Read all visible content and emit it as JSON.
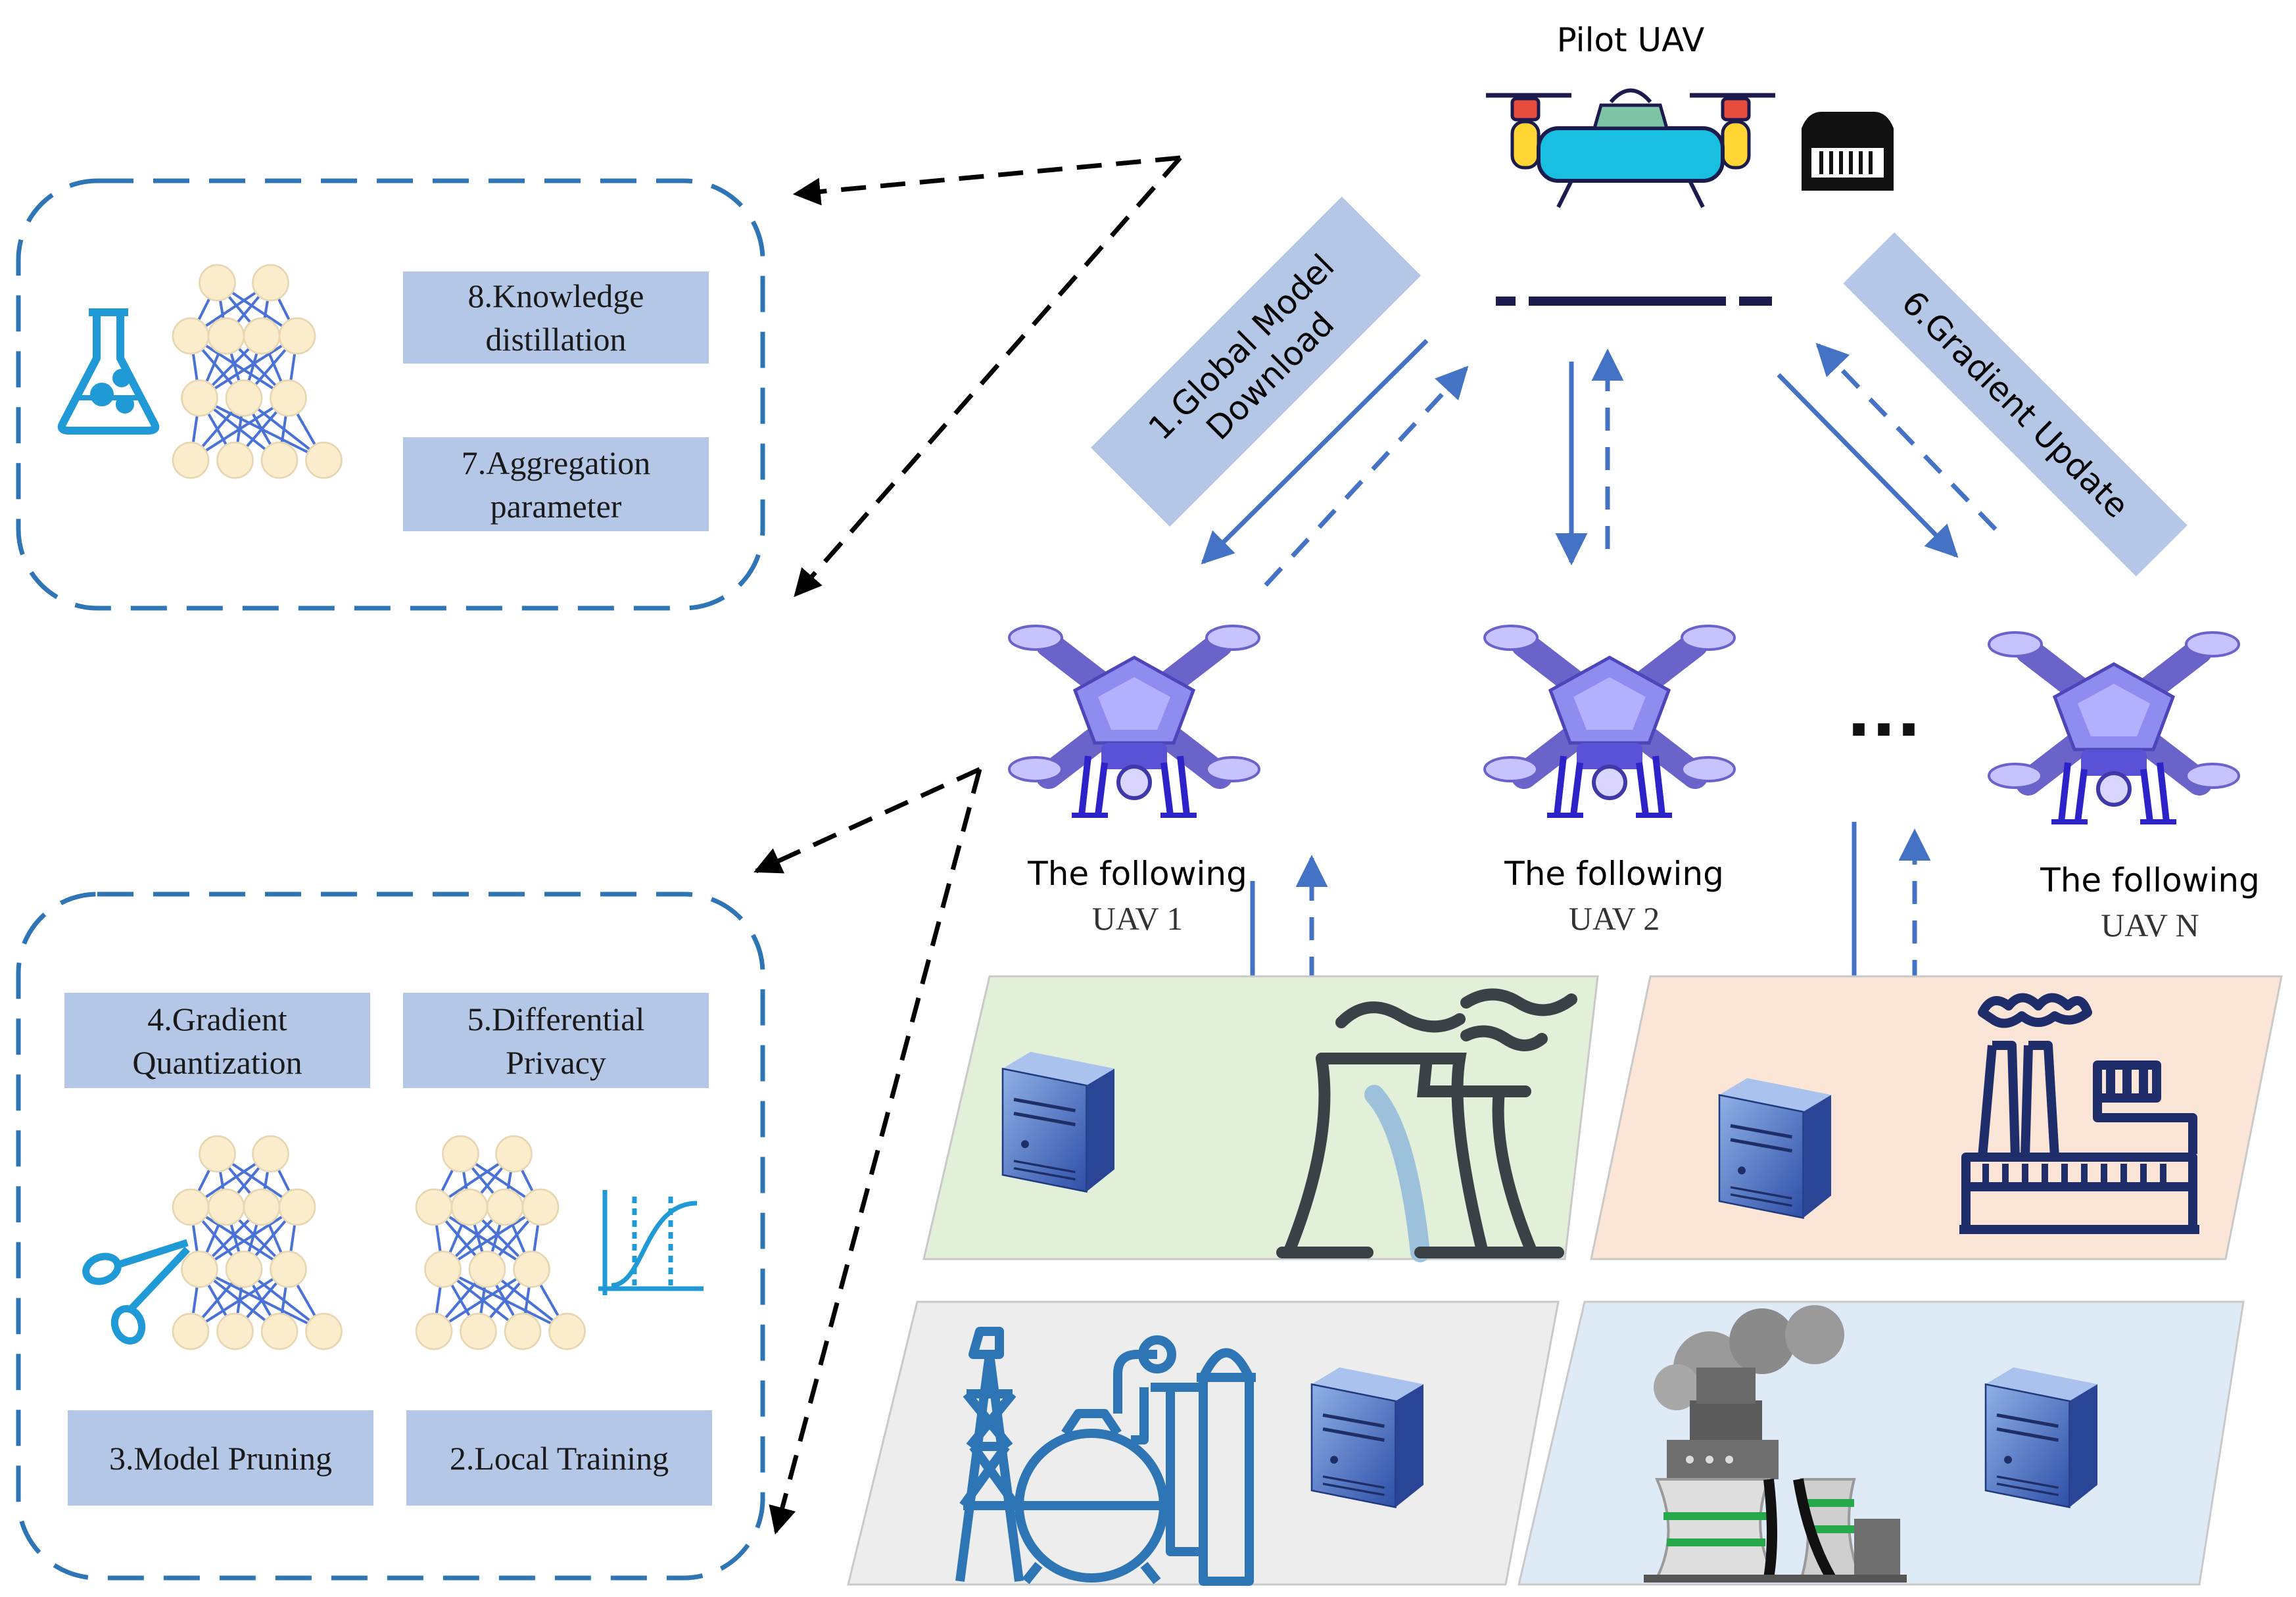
{
  "pilot": {
    "title": "Pilot UAV"
  },
  "steps": {
    "s1_line1": "1.Global Model",
    "s1_line2": "Download",
    "s6": "6.Gradient Update",
    "s8_line1": "8.Knowledge",
    "s8_line2": "distillation",
    "s7_line1": "7.Aggregation",
    "s7_line2": "parameter",
    "s4_line1": "4.Gradient",
    "s4_line2": "Quantization",
    "s5_line1": "5.Differential",
    "s5_line2": "Privacy",
    "s3": "3.Model Pruning",
    "s2": "2.Local Training"
  },
  "followers": [
    {
      "line1": "The following",
      "line2": "UAV 1"
    },
    {
      "line1": "The following",
      "line2": "UAV 2"
    },
    {
      "line1": "The following",
      "line2": "UAV N"
    }
  ],
  "ellipsis": "...",
  "colors": {
    "box_fill": "#b4c7e7",
    "arrow_blue": "#4472c4",
    "dash_border": "#2e75b6",
    "panel_green": "#e2efd9",
    "panel_orange": "#fbe5d6",
    "panel_gray": "#ededed",
    "panel_blue": "#deebf7",
    "drone_purple": "#7b7be8"
  }
}
